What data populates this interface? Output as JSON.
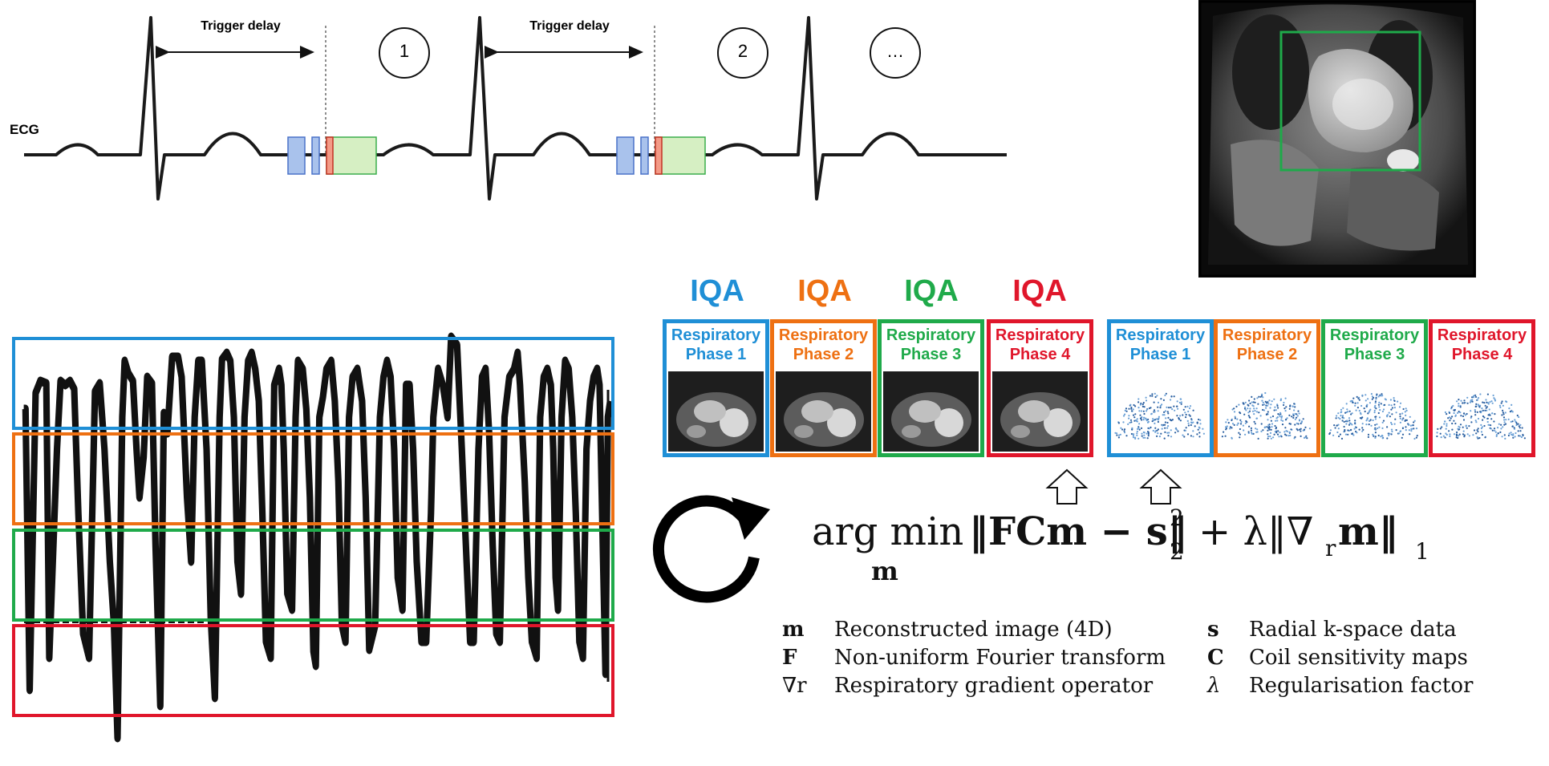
{
  "ecg": {
    "label": "ECG",
    "trigger_delay_label": "Trigger delay",
    "beat_markers": [
      "1",
      "2",
      "…"
    ]
  },
  "iqa_labels": [
    {
      "text": "IQA",
      "color": "#1f8fd6"
    },
    {
      "text": "IQA",
      "color": "#ee7012"
    },
    {
      "text": "IQA",
      "color": "#1faa4a"
    },
    {
      "text": "IQA",
      "color": "#e0162b"
    }
  ],
  "image_phases": [
    {
      "line1": "Respiratory",
      "line2": "Phase 1",
      "color": "#1f8fd6"
    },
    {
      "line1": "Respiratory",
      "line2": "Phase 2",
      "color": "#ee7012"
    },
    {
      "line1": "Respiratory",
      "line2": "Phase 3",
      "color": "#1faa4a"
    },
    {
      "line1": "Respiratory",
      "line2": "Phase 4",
      "color": "#e0162b"
    }
  ],
  "kspace_phases": [
    {
      "line1": "Respiratory",
      "line2": "Phase 1",
      "color": "#1f8fd6"
    },
    {
      "line1": "Respiratory",
      "line2": "Phase 2",
      "color": "#ee7012"
    },
    {
      "line1": "Respiratory",
      "line2": "Phase 3",
      "color": "#1faa4a"
    },
    {
      "line1": "Respiratory",
      "line2": "Phase 4",
      "color": "#e0162b"
    }
  ],
  "equation": {
    "argmin": "arg min",
    "argmin_sub": "m",
    "body": "‖FCm − s‖",
    "norm1_sub": "2",
    "norm1_sup": "2",
    "plus": "+ λ‖∇",
    "grad_sub": "r",
    "tail": "m‖",
    "norm2_sub": "1"
  },
  "legend": [
    {
      "sym": "m",
      "desc": "Reconstructed image (4D)"
    },
    {
      "sym": "F",
      "desc": "Non-uniform Fourier transform"
    },
    {
      "sym": "∇r",
      "desc": "Respiratory gradient operator"
    },
    {
      "sym": "s",
      "desc": "Radial k-space data"
    },
    {
      "sym": "C",
      "desc": "Coil sensitivity maps"
    },
    {
      "sym": "λ",
      "desc": "Regularisation factor"
    }
  ],
  "colors": {
    "blue": "#1f8fd6",
    "orange": "#ee7012",
    "green": "#1faa4a",
    "red": "#e0162b",
    "readout_blue": "#a9c2ec",
    "readout_green": "#d6efc3",
    "readout_red": "#f39a86"
  }
}
